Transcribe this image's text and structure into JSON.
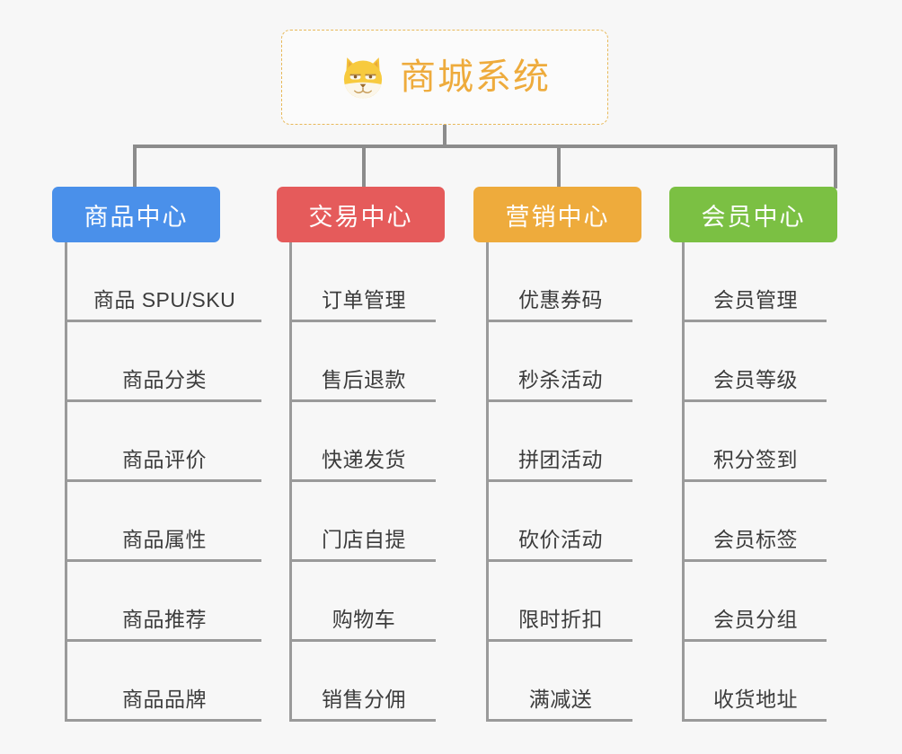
{
  "root": {
    "title": "商城系统",
    "icon": "shiba-dog-emoji",
    "title_color": "#eeab3c",
    "border_color": "#e8b95a"
  },
  "columns": [
    {
      "header": "商品中心",
      "color": "#4a90ea",
      "items": [
        "商品 SPU/SKU",
        "商品分类",
        "商品评价",
        "商品属性",
        "商品推荐",
        "商品品牌"
      ]
    },
    {
      "header": "交易中心",
      "color": "#e55b5b",
      "items": [
        "订单管理",
        "售后退款",
        "快递发货",
        "门店自提",
        "购物车",
        "销售分佣"
      ]
    },
    {
      "header": "营销中心",
      "color": "#eeab3c",
      "items": [
        "优惠券码",
        "秒杀活动",
        "拼团活动",
        "砍价活动",
        "限时折扣",
        "满减送"
      ]
    },
    {
      "header": "会员中心",
      "color": "#7bc043",
      "items": [
        "会员管理",
        "会员等级",
        "积分签到",
        "会员标签",
        "会员分组",
        "收货地址"
      ]
    }
  ],
  "style": {
    "background": "#f7f7f7",
    "line_color": "#8c8c8c",
    "leaf_line_color": "#9a9a9a",
    "leaf_text_color": "#3c3c3c"
  }
}
